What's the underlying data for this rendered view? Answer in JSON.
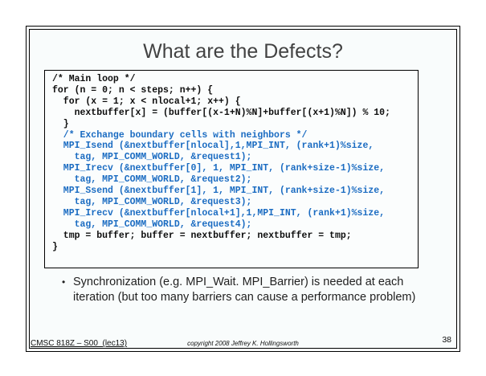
{
  "slide": {
    "title": "What are the Defects?",
    "code": {
      "lines": [
        {
          "text": "/* Main loop */",
          "color": "black"
        },
        {
          "text": "for (n = 0; n < steps; n++) {",
          "color": "black"
        },
        {
          "text": "  for (x = 1; x < nlocal+1; x++) {",
          "color": "black"
        },
        {
          "text": "    nextbuffer[x] = (buffer[(x-1+N)%N]+buffer[(x+1)%N]) % 10;",
          "color": "black"
        },
        {
          "text": "  }",
          "color": "black"
        },
        {
          "text": "  /* Exchange boundary cells with neighbors */",
          "color": "blue"
        },
        {
          "text": "  MPI_Isend (&nextbuffer[nlocal],1,MPI_INT, (rank+1)%size,",
          "color": "blue"
        },
        {
          "text": "    tag, MPI_COMM_WORLD, &request1);",
          "color": "blue"
        },
        {
          "text": "  MPI_Irecv (&nextbuffer[0], 1, MPI_INT, (rank+size-1)%size,",
          "color": "blue"
        },
        {
          "text": "    tag, MPI_COMM_WORLD, &request2);",
          "color": "blue"
        },
        {
          "text": "  MPI_Ssend (&nextbuffer[1], 1, MPI_INT, (rank+size-1)%size,",
          "color": "blue"
        },
        {
          "text": "    tag, MPI_COMM_WORLD, &request3);",
          "color": "blue"
        },
        {
          "text": "  MPI_Irecv (&nextbuffer[nlocal+1],1,MPI_INT, (rank+1)%size,",
          "color": "blue"
        },
        {
          "text": "    tag, MPI_COMM_WORLD, &request4);",
          "color": "blue"
        },
        {
          "text": "  tmp = buffer; buffer = nextbuffer; nextbuffer = tmp;",
          "color": "black"
        },
        {
          "text": "}",
          "color": "black"
        }
      ]
    },
    "bullet": {
      "marker": "•",
      "text": "Synchronization (e.g. MPI_Wait. MPI_Barrier) is needed at each iteration (but too many barriers can cause a performance problem)"
    },
    "footer": {
      "course": "CMSC 818Z – S00  (lec13)",
      "copyright": "copyright 2008 Jeffrey K. Hollingsworth",
      "page_number": "38"
    },
    "colors": {
      "code_comment_and_mpi_blue": "#1b6cc2",
      "code_black": "#0d0d0d",
      "slide_background": "#f9fcfc"
    }
  }
}
